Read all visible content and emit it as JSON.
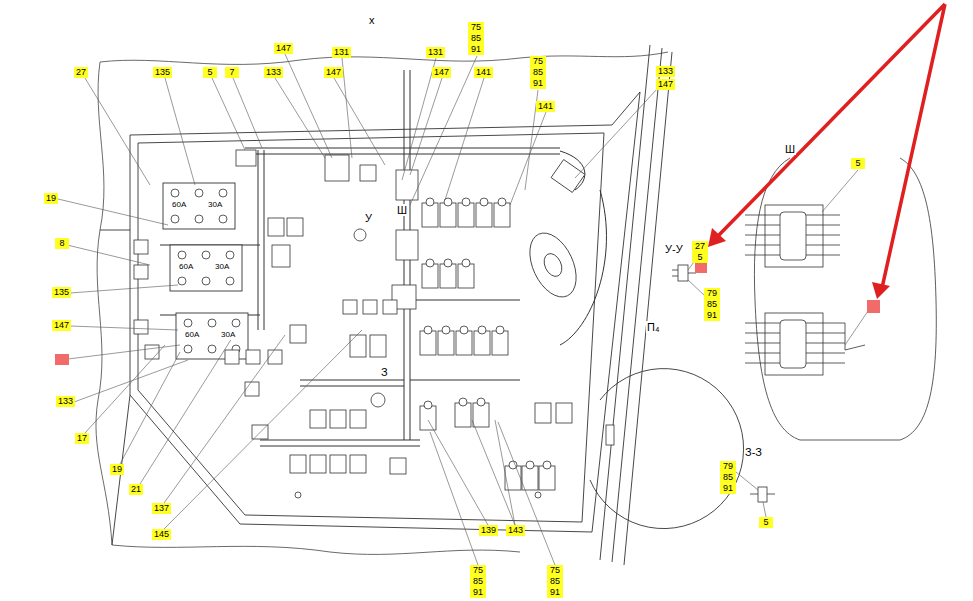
{
  "diagram": {
    "labels": [
      "x",
      "27",
      "135",
      "5",
      "7",
      "147",
      "133",
      "131",
      "147",
      "131",
      "147",
      "75",
      "85",
      "91",
      "141",
      "75",
      "85",
      "91",
      "141",
      "133",
      "147",
      "19",
      "8",
      "135",
      "147",
      "133",
      "17",
      "19",
      "21",
      "137",
      "145",
      "139",
      "143",
      "75",
      "85",
      "91",
      "75",
      "85",
      "91",
      "У-У",
      "27",
      "5",
      "79",
      "85",
      "91",
      "Ш",
      "5",
      "З-З",
      "79",
      "85",
      "91",
      "5",
      "П₄",
      "60А",
      "30А",
      "60А",
      "30А",
      "60А",
      "30А",
      "У",
      "Ш",
      "З"
    ]
  }
}
